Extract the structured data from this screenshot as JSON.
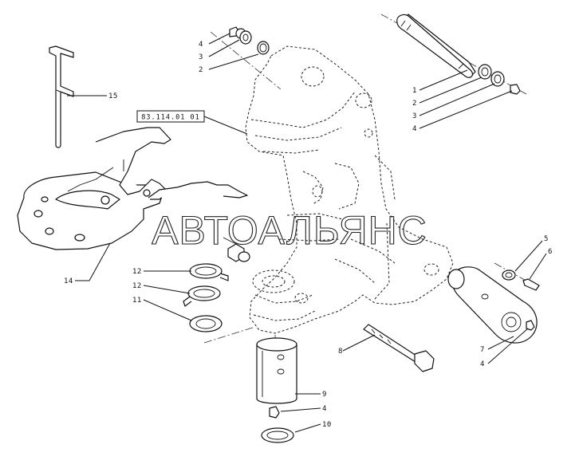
{
  "reference_code": "83.114.01 01",
  "watermark": "АВТОАЛЬЯНС",
  "callouts": {
    "top_left": [
      "4",
      "3",
      "2"
    ],
    "top_right": [
      "1",
      "2",
      "3",
      "4"
    ],
    "bracket": "15",
    "hitch": "14",
    "washers": [
      "12",
      "12",
      "11"
    ],
    "bolt": "8",
    "pin_bottom": [
      "9",
      "4",
      "10"
    ],
    "right_small": [
      "5",
      "6"
    ],
    "right_pin": [
      "7",
      "4"
    ]
  }
}
